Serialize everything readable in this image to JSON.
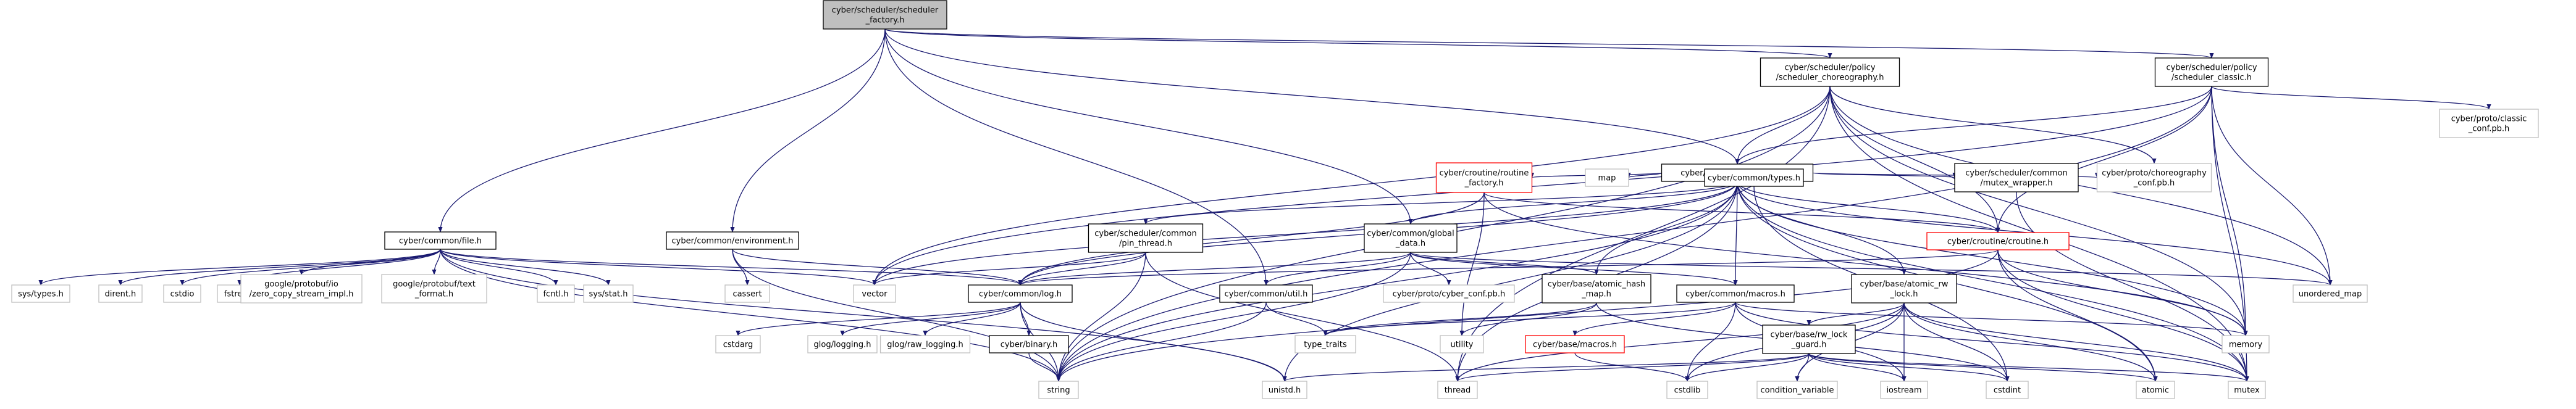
{
  "graph": {
    "nodes": [
      {
        "id": "root",
        "lines": [
          "cyber/scheduler/scheduler",
          "_factory.h"
        ],
        "style": "root"
      },
      {
        "id": "file",
        "lines": [
          "cyber/common/file.h"
        ],
        "style": "normal"
      },
      {
        "id": "env",
        "lines": [
          "cyber/common/environment.h"
        ],
        "style": "normal"
      },
      {
        "id": "util",
        "lines": [
          "cyber/common/util.h"
        ],
        "style": "normal"
      },
      {
        "id": "global",
        "lines": [
          "cyber/common/global",
          "_data.h"
        ],
        "style": "normal"
      },
      {
        "id": "sched",
        "lines": [
          "cyber/scheduler/scheduler.h"
        ],
        "style": "normal"
      },
      {
        "id": "choreo",
        "lines": [
          "cyber/scheduler/policy",
          "/scheduler_choreography.h"
        ],
        "style": "normal"
      },
      {
        "id": "classic",
        "lines": [
          "cyber/scheduler/policy",
          "/scheduler_classic.h"
        ],
        "style": "normal"
      },
      {
        "id": "classic_pb",
        "lines": [
          "cyber/proto/classic",
          "_conf.pb.h"
        ],
        "style": "gray"
      },
      {
        "id": "sys_types",
        "lines": [
          "sys/types.h"
        ],
        "style": "gray"
      },
      {
        "id": "dirent",
        "lines": [
          "dirent.h"
        ],
        "style": "gray"
      },
      {
        "id": "cstdio",
        "lines": [
          "cstdio"
        ],
        "style": "gray"
      },
      {
        "id": "fstream",
        "lines": [
          "fstream"
        ],
        "style": "gray"
      },
      {
        "id": "zero_copy",
        "lines": [
          "google/protobuf/io",
          "/zero_copy_stream_impl.h"
        ],
        "style": "gray"
      },
      {
        "id": "text_format",
        "lines": [
          "google/protobuf/text",
          "_format.h"
        ],
        "style": "gray"
      },
      {
        "id": "fcntl",
        "lines": [
          "fcntl.h"
        ],
        "style": "gray"
      },
      {
        "id": "sys_stat",
        "lines": [
          "sys/stat.h"
        ],
        "style": "gray"
      },
      {
        "id": "cassert",
        "lines": [
          "cassert"
        ],
        "style": "gray"
      },
      {
        "id": "vector",
        "lines": [
          "vector"
        ],
        "style": "gray"
      },
      {
        "id": "log",
        "lines": [
          "cyber/common/log.h"
        ],
        "style": "normal"
      },
      {
        "id": "cstdarg",
        "lines": [
          "cstdarg"
        ],
        "style": "gray"
      },
      {
        "id": "glog",
        "lines": [
          "glog/logging.h"
        ],
        "style": "gray"
      },
      {
        "id": "glog_raw",
        "lines": [
          "glog/raw_logging.h"
        ],
        "style": "gray"
      },
      {
        "id": "binary",
        "lines": [
          "cyber/binary.h"
        ],
        "style": "normal"
      },
      {
        "id": "string",
        "lines": [
          "string"
        ],
        "style": "gray"
      },
      {
        "id": "unistd",
        "lines": [
          "unistd.h"
        ],
        "style": "gray"
      },
      {
        "id": "thread",
        "lines": [
          "thread"
        ],
        "style": "gray"
      },
      {
        "id": "json_thread",
        "lines": [
          "cyber/scheduler/common",
          "/pin_thread.h"
        ],
        "style": "normal"
      },
      {
        "id": "routine_factory",
        "lines": [
          "cyber/croutine/routine",
          "_factory.h"
        ],
        "style": "red"
      },
      {
        "id": "map",
        "lines": [
          "map"
        ],
        "style": "gray"
      },
      {
        "id": "types",
        "lines": [
          "cyber/common/types.h"
        ],
        "style": "normal"
      },
      {
        "id": "mutex_wrapper",
        "lines": [
          "cyber/scheduler/common",
          "/mutex_wrapper.h"
        ],
        "style": "normal"
      },
      {
        "id": "choreo_pb",
        "lines": [
          "cyber/proto/choreography",
          "_conf.pb.h"
        ],
        "style": "gray"
      },
      {
        "id": "croutine",
        "lines": [
          "cyber/croutine/croutine.h"
        ],
        "style": "red"
      },
      {
        "id": "cyber_conf_pb",
        "lines": [
          "cyber/proto/cyber_conf.pb.h"
        ],
        "style": "gray"
      },
      {
        "id": "atomic_hash",
        "lines": [
          "cyber/base/atomic_hash",
          "_map.h"
        ],
        "style": "normal"
      },
      {
        "id": "macros",
        "lines": [
          "cyber/common/macros.h"
        ],
        "style": "normal"
      },
      {
        "id": "atomic_rw",
        "lines": [
          "cyber/base/atomic_rw",
          "_lock.h"
        ],
        "style": "normal"
      },
      {
        "id": "unordered_map",
        "lines": [
          "unordered_map"
        ],
        "style": "gray"
      },
      {
        "id": "type_traits",
        "lines": [
          "type_traits"
        ],
        "style": "gray"
      },
      {
        "id": "utility",
        "lines": [
          "utility"
        ],
        "style": "gray"
      },
      {
        "id": "base_macros",
        "lines": [
          "cyber/base/macros.h"
        ],
        "style": "red"
      },
      {
        "id": "rw_lock_guard",
        "lines": [
          "cyber/base/rw_lock",
          "_guard.h"
        ],
        "style": "normal"
      },
      {
        "id": "memory",
        "lines": [
          "memory"
        ],
        "style": "gray"
      },
      {
        "id": "cstdlib",
        "lines": [
          "cstdlib"
        ],
        "style": "gray"
      },
      {
        "id": "cond_var",
        "lines": [
          "condition_variable"
        ],
        "style": "gray"
      },
      {
        "id": "iostream",
        "lines": [
          "iostream"
        ],
        "style": "gray"
      },
      {
        "id": "cstdint",
        "lines": [
          "cstdint"
        ],
        "style": "gray"
      },
      {
        "id": "atomic",
        "lines": [
          "atomic"
        ],
        "style": "gray"
      },
      {
        "id": "mutex",
        "lines": [
          "mutex"
        ],
        "style": "gray"
      }
    ],
    "edges": [
      [
        "root",
        "file"
      ],
      [
        "root",
        "env"
      ],
      [
        "root",
        "util"
      ],
      [
        "root",
        "global"
      ],
      [
        "root",
        "sched"
      ],
      [
        "root",
        "choreo"
      ],
      [
        "root",
        "classic"
      ],
      [
        "file",
        "sys_types"
      ],
      [
        "file",
        "dirent"
      ],
      [
        "file",
        "cstdio"
      ],
      [
        "file",
        "fstream"
      ],
      [
        "file",
        "zero_copy"
      ],
      [
        "file",
        "text_format"
      ],
      [
        "file",
        "fcntl"
      ],
      [
        "file",
        "sys_stat"
      ],
      [
        "file",
        "vector"
      ],
      [
        "file",
        "log"
      ],
      [
        "file",
        "string"
      ],
      [
        "file",
        "unistd"
      ],
      [
        "env",
        "cassert"
      ],
      [
        "env",
        "log"
      ],
      [
        "env",
        "string"
      ],
      [
        "util",
        "string"
      ],
      [
        "util",
        "type_traits"
      ],
      [
        "log",
        "cstdarg"
      ],
      [
        "log",
        "glog"
      ],
      [
        "log",
        "glog_raw"
      ],
      [
        "log",
        "binary"
      ],
      [
        "log",
        "string"
      ],
      [
        "log",
        "unistd"
      ],
      [
        "binary",
        "string"
      ],
      [
        "global",
        "log"
      ],
      [
        "global",
        "util"
      ],
      [
        "global",
        "cyber_conf_pb"
      ],
      [
        "global",
        "atomic_hash"
      ],
      [
        "global",
        "macros"
      ],
      [
        "global",
        "string"
      ],
      [
        "global",
        "unordered_map"
      ],
      [
        "sched",
        "json_thread"
      ],
      [
        "sched",
        "routine_factory"
      ],
      [
        "sched",
        "map"
      ],
      [
        "sched",
        "types"
      ],
      [
        "sched",
        "mutex_wrapper"
      ],
      [
        "sched",
        "choreo_pb"
      ],
      [
        "sched",
        "croutine"
      ],
      [
        "sched",
        "global"
      ],
      [
        "sched",
        "log"
      ],
      [
        "sched",
        "macros"
      ],
      [
        "sched",
        "atomic_rw"
      ],
      [
        "sched",
        "atomic_hash"
      ],
      [
        "sched",
        "vector"
      ],
      [
        "sched",
        "string"
      ],
      [
        "sched",
        "unordered_map"
      ],
      [
        "sched",
        "memory"
      ],
      [
        "sched",
        "atomic"
      ],
      [
        "sched",
        "mutex"
      ],
      [
        "sched",
        "thread"
      ],
      [
        "sched",
        "unistd"
      ],
      [
        "json_thread",
        "log"
      ],
      [
        "json_thread",
        "thread"
      ],
      [
        "json_thread",
        "vector"
      ],
      [
        "json_thread",
        "string"
      ],
      [
        "routine_factory",
        "log"
      ],
      [
        "routine_factory",
        "croutine"
      ],
      [
        "routine_factory",
        "memory"
      ],
      [
        "routine_factory",
        "utility"
      ],
      [
        "types",
        "cstdint"
      ],
      [
        "mutex_wrapper",
        "mutex"
      ],
      [
        "croutine",
        "log"
      ],
      [
        "croutine",
        "atomic"
      ],
      [
        "croutine",
        "mutex"
      ],
      [
        "croutine",
        "memory"
      ],
      [
        "croutine",
        "string"
      ],
      [
        "atomic_hash",
        "cstdint"
      ],
      [
        "atomic_hash",
        "type_traits"
      ],
      [
        "atomic_hash",
        "utility"
      ],
      [
        "macros",
        "base_macros"
      ],
      [
        "macros",
        "iostream"
      ],
      [
        "macros",
        "memory"
      ],
      [
        "macros",
        "mutex"
      ],
      [
        "macros",
        "type_traits"
      ],
      [
        "macros",
        "cstdlib"
      ],
      [
        "base_macros",
        "cstdlib"
      ],
      [
        "atomic_rw",
        "rw_lock_guard"
      ],
      [
        "atomic_rw",
        "cstdint"
      ],
      [
        "atomic_rw",
        "cstdlib"
      ],
      [
        "atomic_rw",
        "thread"
      ],
      [
        "atomic_rw",
        "atomic"
      ],
      [
        "atomic_rw",
        "iostream"
      ],
      [
        "atomic_rw",
        "mutex"
      ],
      [
        "atomic_rw",
        "cond_var"
      ],
      [
        "rw_lock_guard",
        "unistd"
      ],
      [
        "rw_lock_guard",
        "cstdint"
      ],
      [
        "rw_lock_guard",
        "cond_var"
      ],
      [
        "rw_lock_guard",
        "thread"
      ],
      [
        "rw_lock_guard",
        "iostream"
      ],
      [
        "rw_lock_guard",
        "atomic"
      ],
      [
        "rw_lock_guard",
        "mutex"
      ],
      [
        "rw_lock_guard",
        "cstdlib"
      ],
      [
        "choreo",
        "sched"
      ],
      [
        "choreo",
        "choreo_pb"
      ],
      [
        "choreo",
        "croutine"
      ],
      [
        "choreo",
        "vector"
      ],
      [
        "choreo",
        "string"
      ],
      [
        "choreo",
        "memory"
      ],
      [
        "choreo",
        "unordered_map"
      ],
      [
        "choreo",
        "mutex"
      ],
      [
        "choreo",
        "thread"
      ],
      [
        "classic",
        "sched"
      ],
      [
        "classic",
        "classic_pb"
      ],
      [
        "classic",
        "croutine"
      ],
      [
        "classic",
        "vector"
      ],
      [
        "classic",
        "string"
      ],
      [
        "classic",
        "memory"
      ],
      [
        "classic",
        "unordered_map"
      ],
      [
        "classic",
        "mutex"
      ]
    ]
  },
  "colors": {
    "edge": "#191970",
    "root_fill": "#bfbfbf",
    "node_border": "#000000",
    "gray_border": "#bfbfbf",
    "red_border": "#ff0000",
    "fill": "#ffffff"
  }
}
